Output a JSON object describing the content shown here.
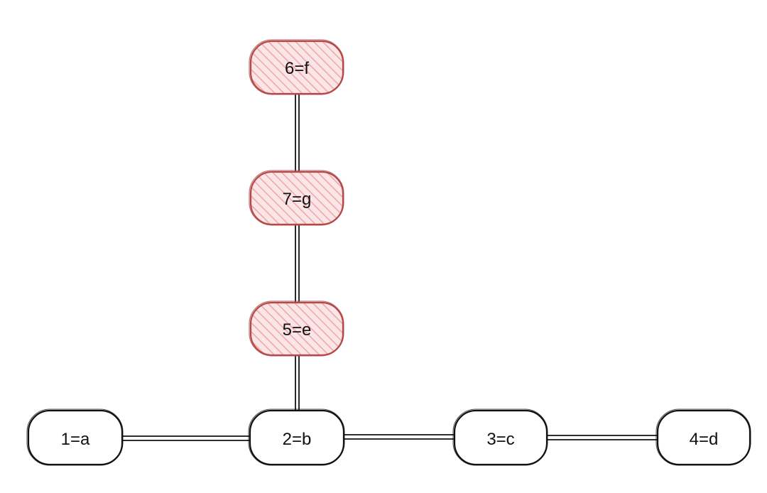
{
  "colors": {
    "normal_stroke": "#111111",
    "normal_fill": "#ffffff",
    "highlight_stroke": "#b34a4a",
    "highlight_fill": "#f6c3c5",
    "edge_stroke": "#111111"
  },
  "nodes": [
    {
      "id": "n6",
      "label": "6=f",
      "highlighted": true
    },
    {
      "id": "n7",
      "label": "7=g",
      "highlighted": true
    },
    {
      "id": "n5",
      "label": "5=e",
      "highlighted": true
    },
    {
      "id": "n1",
      "label": "1=a",
      "highlighted": false
    },
    {
      "id": "n2",
      "label": "2=b",
      "highlighted": false
    },
    {
      "id": "n3",
      "label": "3=c",
      "highlighted": false
    },
    {
      "id": "n4",
      "label": "4=d",
      "highlighted": false
    }
  ],
  "edges": [
    {
      "from": "n6",
      "to": "n7"
    },
    {
      "from": "n7",
      "to": "n5"
    },
    {
      "from": "n5",
      "to": "n2"
    },
    {
      "from": "n1",
      "to": "n2"
    },
    {
      "from": "n2",
      "to": "n3"
    },
    {
      "from": "n3",
      "to": "n4"
    }
  ]
}
